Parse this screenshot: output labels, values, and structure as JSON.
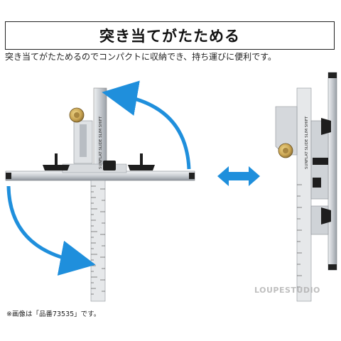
{
  "header": {
    "title": "突き当てがたためる",
    "subtitle": "突き当てがたためるのでコンパクトに収納でき、持ち運びに便利です。"
  },
  "footer": {
    "note": "※画像は「品番73535」です。"
  },
  "product": {
    "ruler_label": "SUNFLAT SLIDE SLIM SHIFT",
    "watermark": "LOUPESTUDIO"
  },
  "colors": {
    "arrow_blue": "#1f8fdc",
    "metal": "#c9cdd2",
    "dark": "#2a2a2a",
    "knob_brass": "#c9a452"
  }
}
